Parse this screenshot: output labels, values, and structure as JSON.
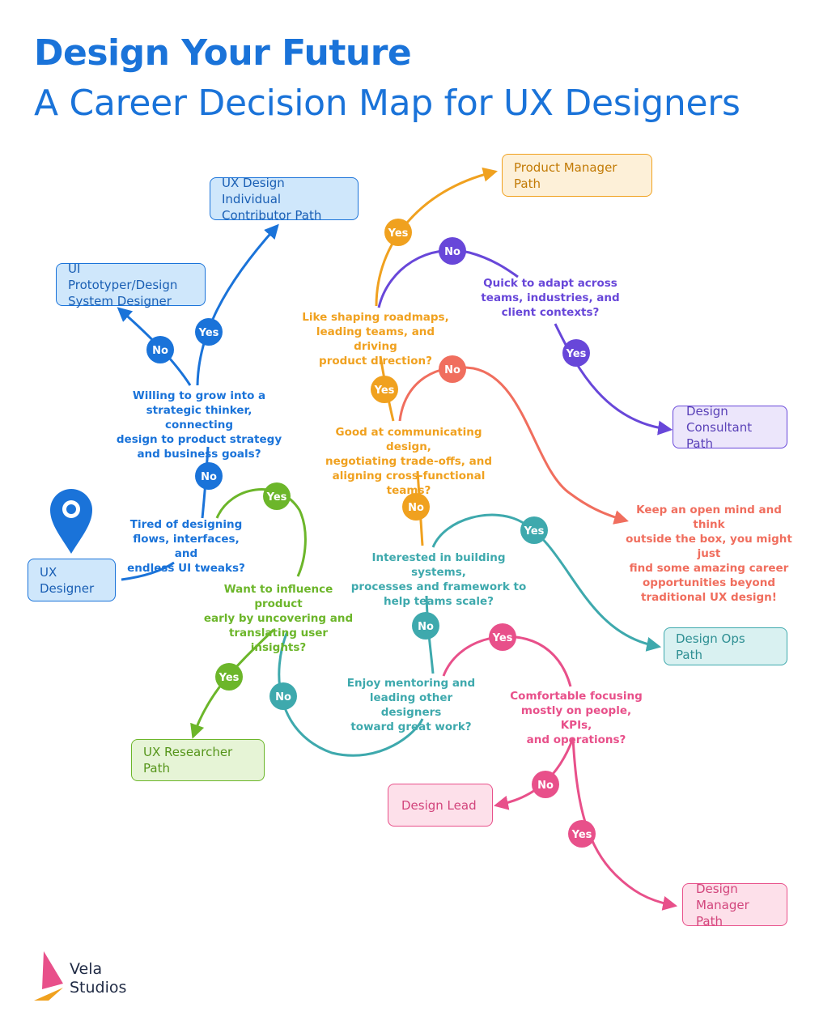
{
  "title": "Design Your Future",
  "subtitle": "A Career Decision Map for UX Designers",
  "colors": {
    "blue": "#1a73d9",
    "green": "#6cb62a",
    "teal": "#3ea9ad",
    "orange": "#f0a11f",
    "coral": "#f06e5e",
    "purple": "#6847d9",
    "pink": "#e8508a"
  },
  "nodes": {
    "start": "UX Designer",
    "ic": "UX Design Individual\nContributor Path",
    "proto": "UI Prototyper/Design\nSystem Designer",
    "pm": "Product Manager Path",
    "consultant": "Design\nConsultant Path",
    "ops": "Design Ops Path",
    "researcher": "UX Researcher Path",
    "lead": "Design Lead",
    "manager": "Design\nManager Path"
  },
  "questions": {
    "q_strategic": "Willing to grow into a\nstrategic thinker, connecting\ndesign to product strategy\nand business goals?",
    "q_tired": "Tired of designing\nflows, interfaces, and\nendless UI tweaks?",
    "q_influence": "Want to influence product\nearly by uncovering and\ntranslating user insights?",
    "q_roadmap": "Like shaping roadmaps,\nleading teams, and driving\nproduct direction?",
    "q_adapt": "Quick to adapt across\nteams, industries, and\nclient contexts?",
    "q_communicate": "Good at communicating design,\nnegotiating trade-offs, and\naligning cross-functional teams?",
    "q_systems": "Interested in building systems,\nprocesses and framework to\nhelp teams scale?",
    "q_mentor": "Enjoy mentoring and\nleading other designers\ntoward great work?",
    "q_people": "Comfortable focusing\nmostly on people, KPIs,\nand operations?"
  },
  "note": "Keep an open mind and think\noutside the box, you might just\nfind some amazing career\nopportunities beyond\ntraditional UX design!",
  "labels": {
    "yes": "Yes",
    "no": "No"
  },
  "brand": "Vela\nStudios",
  "icons": {
    "start": "map-pin-icon",
    "brand": "sail-logo-icon"
  }
}
